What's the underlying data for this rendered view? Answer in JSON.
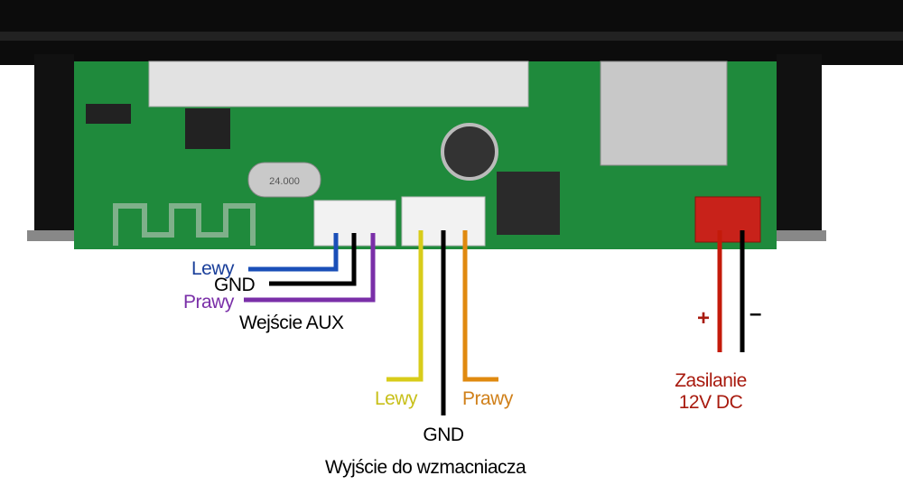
{
  "aux_input": {
    "title": "Wejście AUX",
    "left": "Lewy",
    "gnd": "GND",
    "right": "Prawy"
  },
  "amp_output": {
    "title": "Wyjście do wzmacniacza",
    "left": "Lewy",
    "gnd": "GND",
    "right": "Prawy"
  },
  "power": {
    "plus": "+",
    "minus": "–",
    "line1": "Zasilanie",
    "line2": "12V DC"
  },
  "board_markings": {
    "crystal": "24.000"
  },
  "colors": {
    "pcb": "#1f8a3c",
    "aux_left_wire": "#1a4fb8",
    "aux_right_wire": "#7a2fa8",
    "out_left_wire": "#d8cc1a",
    "out_right_wire": "#e08a10",
    "power_plus_wire": "#c41a0a",
    "gnd_wire": "#000000",
    "power_label": "#a81a0e"
  }
}
